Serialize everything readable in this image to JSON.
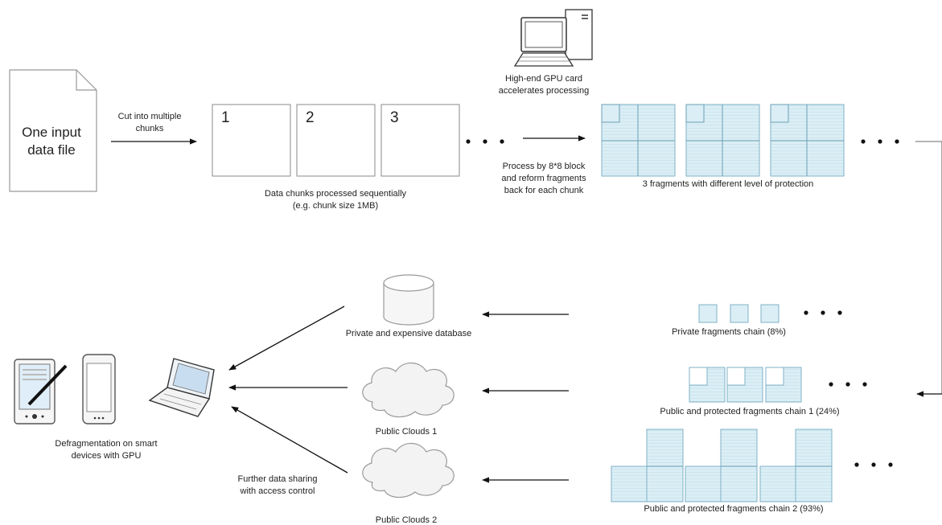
{
  "input_file": {
    "line1": "One input",
    "line2": "data file"
  },
  "cut_label": {
    "line1": "Cut into multiple",
    "line2": "chunks"
  },
  "chunks": {
    "labels": [
      "1",
      "2",
      "3"
    ],
    "caption1": "Data chunks processed sequentially",
    "caption2": "(e.g. chunk size 1MB)"
  },
  "gpu": {
    "line1": "High-end GPU card",
    "line2": "accelerates processing"
  },
  "process": {
    "line1": "Process by 8*8 block",
    "line2": "and reform fragments",
    "line3": "back for each chunk"
  },
  "fragments_caption": "3 fragments with different level of protection",
  "database_label": "Private and expensive database",
  "cloud1_label": "Public Clouds 1",
  "cloud2_label": "Public Clouds 2",
  "sharing": {
    "line1": "Further data sharing",
    "line2": "with  access control"
  },
  "devices": {
    "line1": "Defragmentation on smart",
    "line2": "devices with GPU"
  },
  "chain_private": "Private fragments chain (8%)",
  "chain_public1": "Public and protected fragments chain 1 (24%)",
  "chain_public2": "Public and protected fragments chain 2 (93%)",
  "colors": {
    "tile_fill": "#dbeef5",
    "tile_stroke": "#7fb1c6",
    "arrow": "#111111"
  },
  "icons": [
    "document-icon",
    "computer-icon",
    "database-icon",
    "cloud-icon",
    "tablet-icon",
    "phone-icon",
    "laptop-icon"
  ]
}
